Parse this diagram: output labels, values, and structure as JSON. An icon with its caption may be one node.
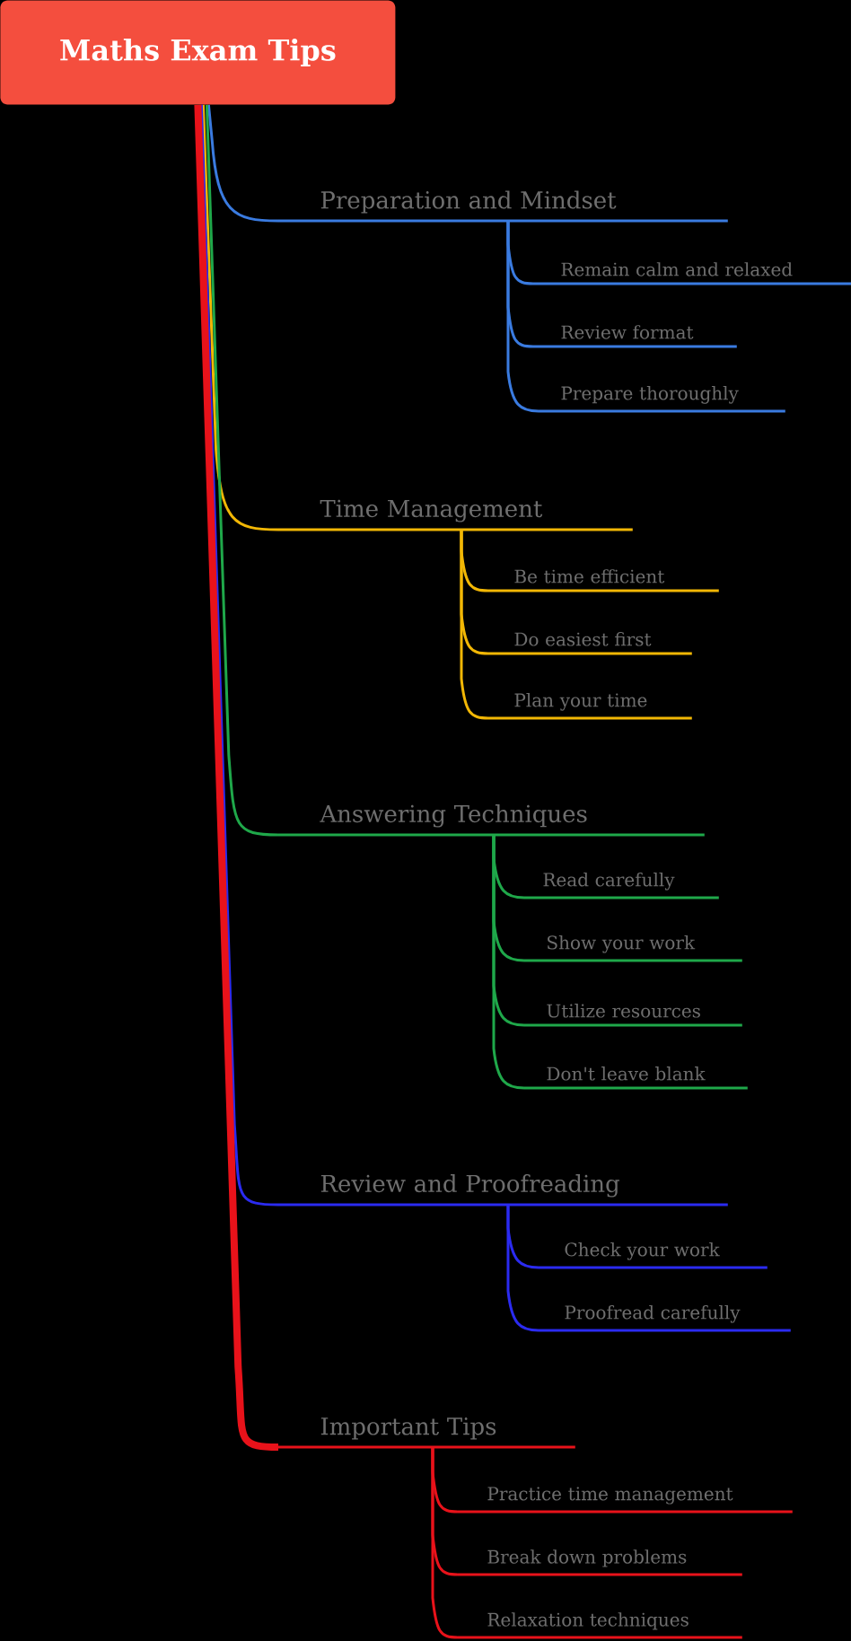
{
  "diagram": {
    "nodes": [
      {
        "text": [
          "Maths Exam Tips"
        ]
      },
      {
        "text": [
          "Preparation and Mindset"
        ]
      },
      {
        "text": [
          "Remain calm and relaxed"
        ]
      },
      {
        "text": [
          "Review format"
        ]
      },
      {
        "text": [
          "Prepare thoroughly"
        ]
      },
      {
        "text": [
          "Time Management"
        ]
      },
      {
        "text": [
          "Be time efficient"
        ]
      },
      {
        "text": [
          "Do easiest first"
        ]
      },
      {
        "text": [
          "Plan your time"
        ]
      },
      {
        "text": [
          "Answering Techniques"
        ]
      },
      {
        "text": [
          "Read carefully"
        ]
      },
      {
        "text": [
          "Show your work"
        ]
      },
      {
        "text": [
          "Utilize resources"
        ]
      },
      {
        "text": [
          "Don't leave blank"
        ]
      },
      {
        "text": [
          "Review and Proofreading"
        ]
      },
      {
        "text": [
          "Check your work"
        ]
      },
      {
        "text": [
          "Proofread carefully"
        ]
      },
      {
        "text": [
          "Important Tips"
        ]
      },
      {
        "text": [
          "Practice time management"
        ]
      },
      {
        "text": [
          "Break down problems"
        ]
      },
      {
        "text": [
          "Relaxation techniques"
        ]
      }
    ],
    "edges": [
      {
        "from": 0,
        "to": 1,
        "arrow": "none",
        "color": "#3a7be0"
      },
      {
        "from": 1,
        "to": 2,
        "arrow": "none",
        "color": "#3a7be0"
      },
      {
        "from": 1,
        "to": 3,
        "arrow": "none",
        "color": "#3a7be0"
      },
      {
        "from": 1,
        "to": 4,
        "arrow": "none",
        "color": "#3a7be0"
      },
      {
        "from": 0,
        "to": 5,
        "arrow": "none",
        "color": "#f2b705"
      },
      {
        "from": 5,
        "to": 6,
        "arrow": "none",
        "color": "#f2b705"
      },
      {
        "from": 5,
        "to": 7,
        "arrow": "none",
        "color": "#f2b705"
      },
      {
        "from": 5,
        "to": 8,
        "arrow": "none",
        "color": "#f2b705"
      },
      {
        "from": 0,
        "to": 9,
        "arrow": "none",
        "color": "#1fa84a"
      },
      {
        "from": 9,
        "to": 10,
        "arrow": "none",
        "color": "#1fa84a"
      },
      {
        "from": 9,
        "to": 11,
        "arrow": "none",
        "color": "#1fa84a"
      },
      {
        "from": 9,
        "to": 12,
        "arrow": "none",
        "color": "#1fa84a"
      },
      {
        "from": 9,
        "to": 13,
        "arrow": "none",
        "color": "#1fa84a"
      },
      {
        "from": 0,
        "to": 14,
        "arrow": "none",
        "color": "#2b2bf0"
      },
      {
        "from": 14,
        "to": 15,
        "arrow": "none",
        "color": "#2b2bf0"
      },
      {
        "from": 14,
        "to": 16,
        "arrow": "none",
        "color": "#2b2bf0"
      },
      {
        "from": 0,
        "to": 17,
        "arrow": "none",
        "style": "thick",
        "color": "#e8121a"
      },
      {
        "from": 17,
        "to": 18,
        "arrow": "none",
        "color": "#e8121a"
      },
      {
        "from": 17,
        "to": 19,
        "arrow": "none",
        "color": "#e8121a"
      },
      {
        "from": 17,
        "to": 20,
        "arrow": "none",
        "color": "#e8121a"
      }
    ]
  }
}
